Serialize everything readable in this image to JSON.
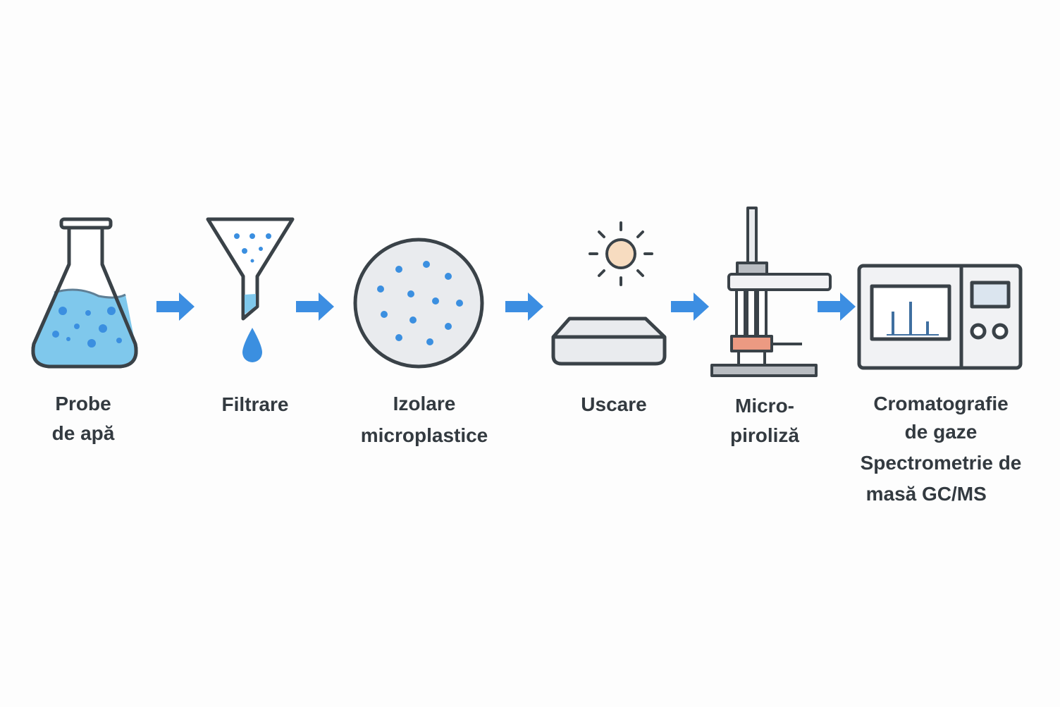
{
  "colors": {
    "outline": "#3a4248",
    "water": "#7fc8ec",
    "dot": "#3b8fe0",
    "arrow": "#3c8ee2",
    "sun": "#f7dcc0",
    "heater": "#ec9a82",
    "panel": "#e9ebee"
  },
  "steps": [
    {
      "id": "probe",
      "icon": "flask-icon",
      "lines": [
        "Probe",
        "de apă"
      ]
    },
    {
      "id": "filtrare",
      "icon": "funnel-icon",
      "lines": [
        "Filtrare"
      ]
    },
    {
      "id": "izolare",
      "icon": "filter-disc-icon",
      "lines": [
        "Izolare",
        "microplastice"
      ]
    },
    {
      "id": "uscare",
      "icon": "drying-tray-sun-icon",
      "lines": [
        "Uscare"
      ]
    },
    {
      "id": "micropiroliza",
      "icon": "pyrolyzer-icon",
      "lines": [
        "Micro-",
        "piroliză"
      ]
    },
    {
      "id": "gcms",
      "icon": "gcms-instrument-icon",
      "lines": [
        "Cromatografie",
        "de gaze",
        "Spectrometrie de",
        "masă GC/MS"
      ]
    }
  ]
}
